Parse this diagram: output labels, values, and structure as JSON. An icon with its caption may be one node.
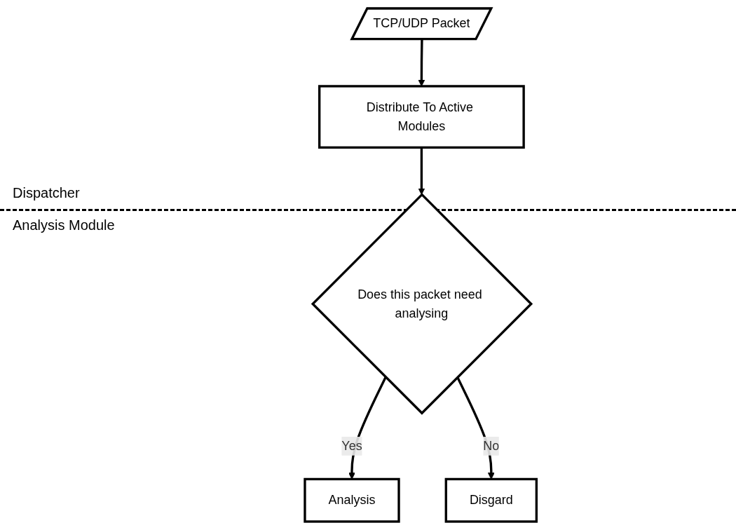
{
  "diagram": {
    "nodes": [
      {
        "text": [
          "TCP/UDP Packet"
        ]
      },
      {
        "text": [
          "Distribute To Active Modules"
        ]
      },
      {
        "text": [
          "Does this packet need analysing"
        ]
      },
      {
        "text": [
          "Analysis"
        ]
      },
      {
        "text": [
          "Disgard"
        ]
      }
    ],
    "edges": [
      {
        "from": 0,
        "to": 1,
        "arrow": "to"
      },
      {
        "from": 1,
        "to": 2,
        "arrow": "to"
      },
      {
        "from": 2,
        "to": 3,
        "arrow": "to",
        "label": "Yes"
      },
      {
        "from": 2,
        "to": 4,
        "arrow": "to",
        "label": "No"
      }
    ],
    "labels": [
      "Dispatcher",
      "Analysis Module"
    ]
  }
}
